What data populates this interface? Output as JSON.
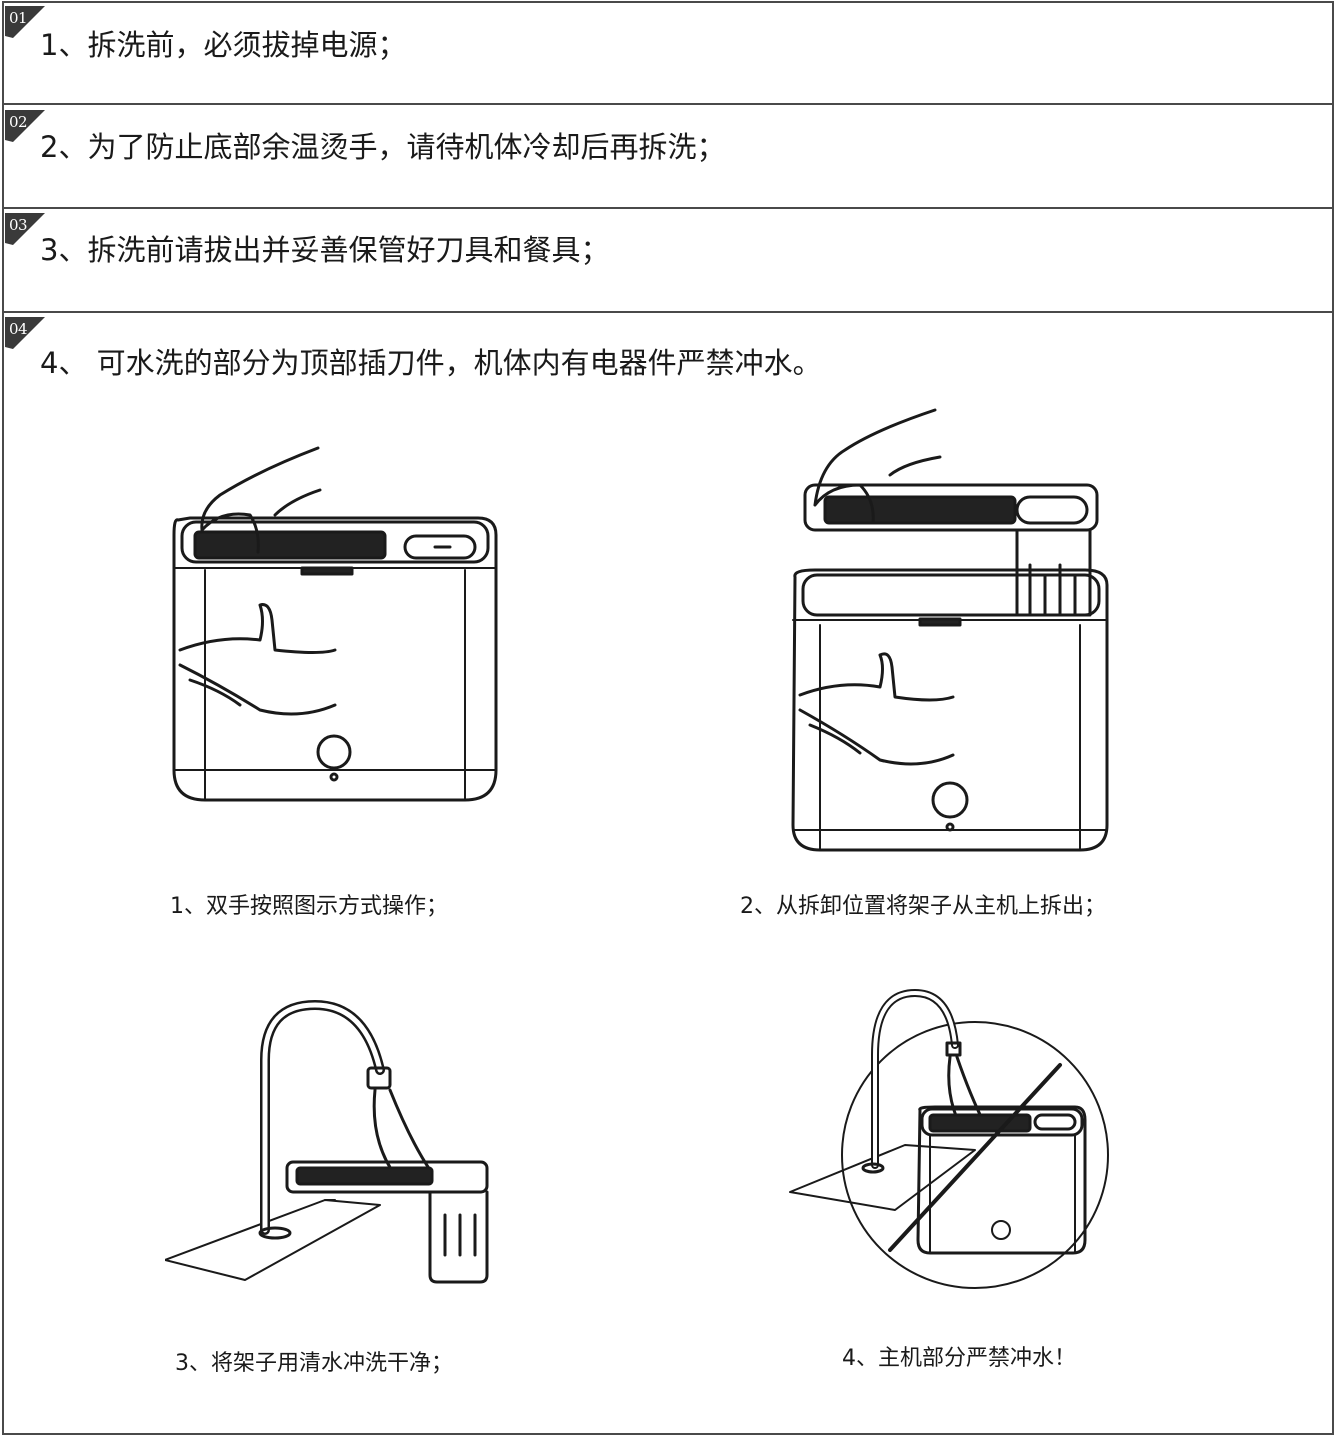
{
  "steps": [
    {
      "badge": "01",
      "text": "1、拆洗前，必须拔掉电源；"
    },
    {
      "badge": "02",
      "text": "2、为了防止底部余温烫手，请待机体冷却后再拆洗；"
    },
    {
      "badge": "03",
      "text": "3、拆洗前请拔出并妥善保管好刀具和餐具；"
    },
    {
      "badge": "04",
      "text": "4、 可水洗的部分为顶部插刀件，机体内有电器件严禁冲水。"
    }
  ],
  "figures": [
    {
      "caption": "1、双手按照图示方式操作；"
    },
    {
      "caption": "2、从拆卸位置将架子从主机上拆出；"
    },
    {
      "caption": "3、将架子用清水冲洗干净；"
    },
    {
      "caption": "4、主机部分严禁冲水！"
    }
  ]
}
